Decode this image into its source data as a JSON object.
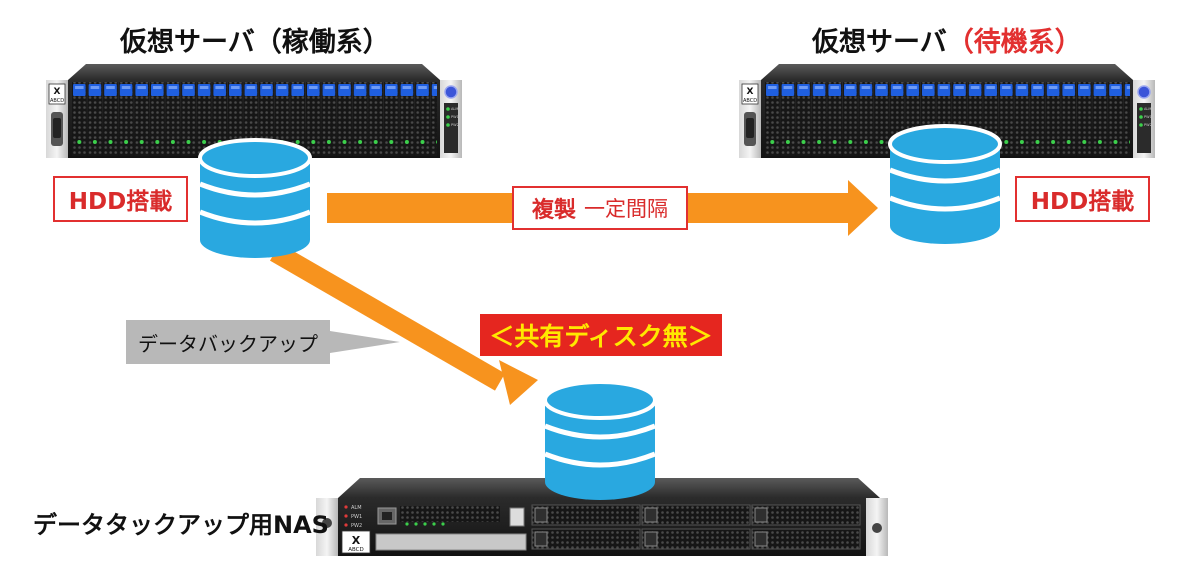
{
  "active_server": {
    "title_main": "仮想サーバ（稼働系）",
    "hdd_label": "HDD搭載",
    "brand_logo": "ABCD",
    "led_labels": [
      "ALM",
      "PW1",
      "PW2"
    ]
  },
  "standby_server": {
    "title_main": "仮想サーバ",
    "title_accent": "（待機系）",
    "hdd_label": "HDD搭載",
    "brand_logo": "ABCD",
    "led_labels": [
      "ALM",
      "PW1",
      "PW2"
    ]
  },
  "replication": {
    "label_bold": "複製",
    "label_normal": "一定間隔"
  },
  "backup": {
    "label": "データバックアップ"
  },
  "no_shared_disk": {
    "label": "＜共有ディスク無＞"
  },
  "nas": {
    "label": "データタックアップ用NAS",
    "brand_logo": "ABCD",
    "led_labels": [
      "ALM",
      "PW1",
      "PW2"
    ]
  },
  "colors": {
    "arrow": "#f7931e",
    "accent_red": "#e23030",
    "db_blue": "#29a8e0",
    "server_body": "#1e1e1e",
    "drive_blue": "#1f5fe0"
  },
  "icons": [
    "server-rack-icon",
    "database-icon",
    "arrow-icon",
    "nas-appliance-icon"
  ]
}
